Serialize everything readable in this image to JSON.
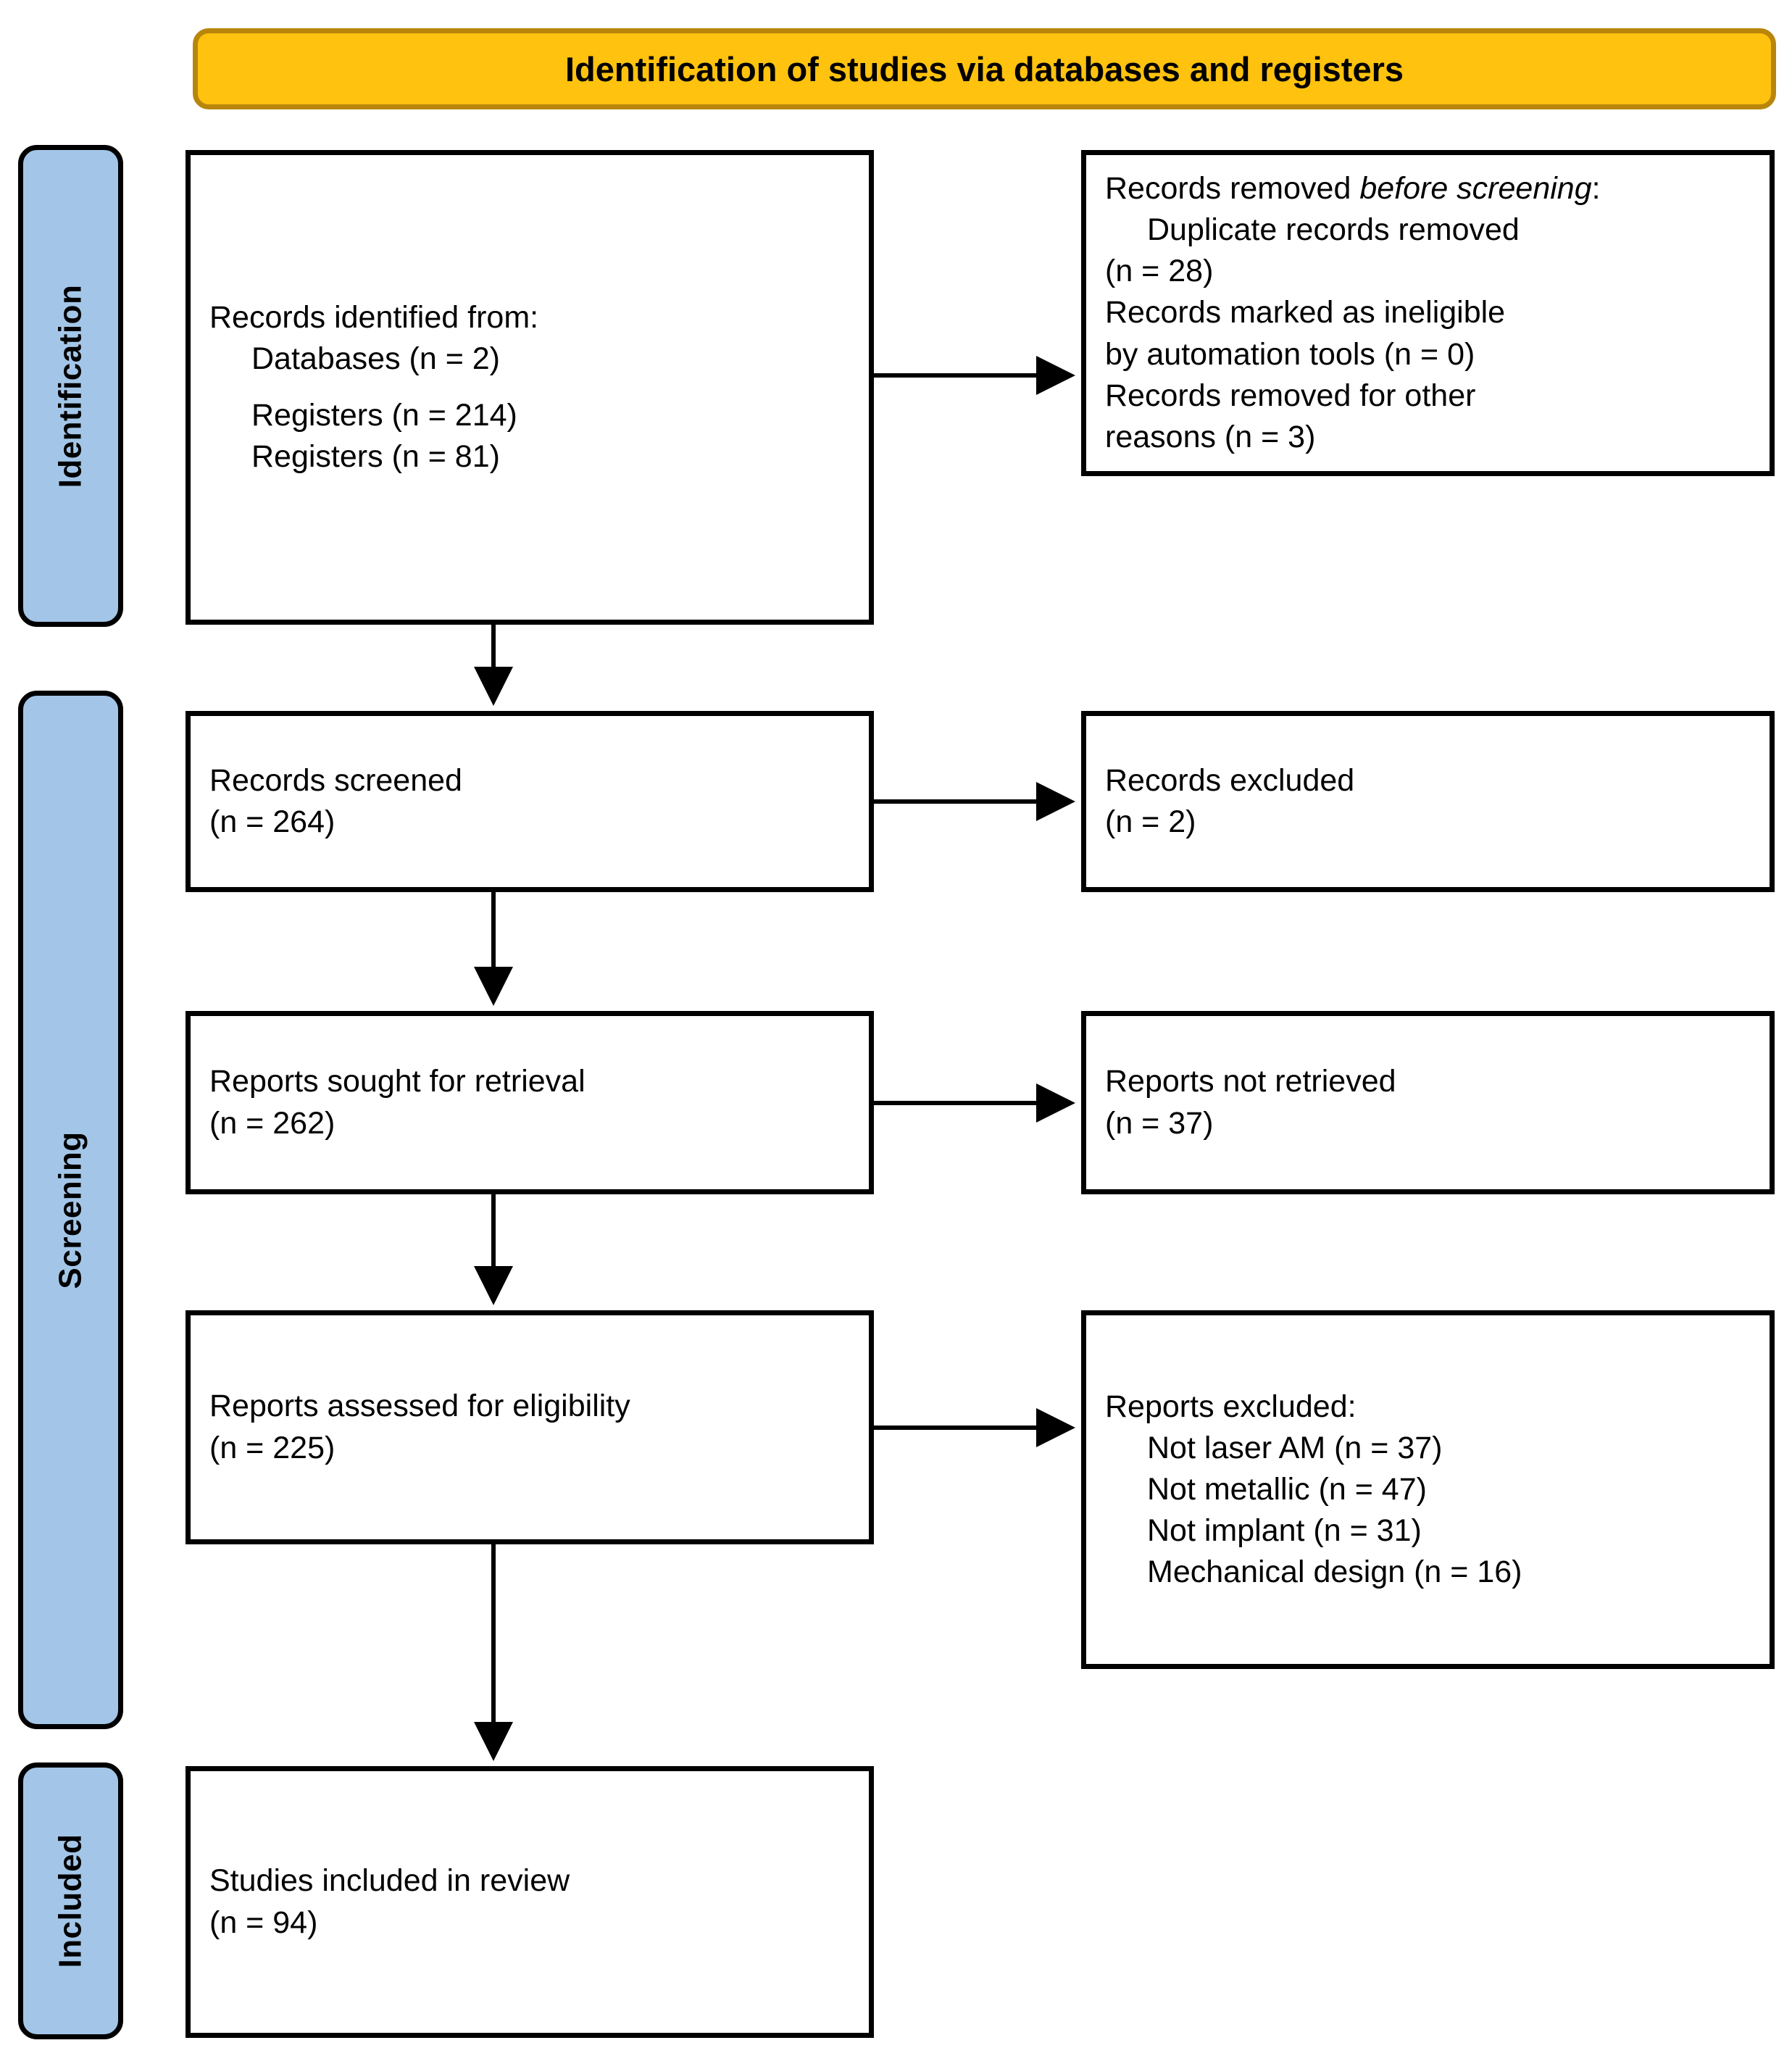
{
  "header": {
    "title": "Identification of studies via databases and registers",
    "fill_color": "#ffc20e",
    "border_color": "#b8860b"
  },
  "stages": [
    {
      "id": "identification",
      "label": "Identification"
    },
    {
      "id": "screening",
      "label": "Screening"
    },
    {
      "id": "included",
      "label": "Included"
    }
  ],
  "stage_band_color": "#a3c6e8",
  "boxes": {
    "identified": {
      "lines": [
        "Records identified from:",
        "Databases (n = 2)",
        "",
        "Registers (n = 214)",
        "Registers (n = 81)"
      ]
    },
    "removed": {
      "title_prefix": "Records removed ",
      "title_italic": "before screening",
      "title_suffix": ":",
      "lines": [
        "Duplicate records removed",
        "(n = 28)",
        "Records marked as ineligible",
        "by automation tools (n = 0)",
        "Records removed for other",
        "reasons (n = 3)"
      ]
    },
    "screened": {
      "lines": [
        "Records screened",
        "(n = 264)"
      ]
    },
    "excluded": {
      "lines": [
        "Records excluded",
        "(n = 2)"
      ]
    },
    "sought": {
      "lines": [
        "Reports sought for retrieval",
        "(n = 262)"
      ]
    },
    "not_retrieved": {
      "lines": [
        "Reports not retrieved",
        "(n = 37)"
      ]
    },
    "assessed": {
      "lines": [
        "Reports assessed for eligibility",
        "(n = 225)"
      ]
    },
    "reports_excluded": {
      "title": "Reports excluded:",
      "lines": [
        "Not laser AM (n = 37)",
        "Not metallic (n = 47)",
        "Not implant (n = 31)",
        "Mechanical design (n = 16)"
      ]
    },
    "included": {
      "lines": [
        "Studies included in review",
        "(n = 94)"
      ]
    }
  },
  "chart_data": {
    "type": "diagram",
    "title": "Identification of studies via databases and registers",
    "nodes": [
      {
        "id": "identified",
        "stage": "Identification",
        "label": "Records identified from: Databases (n = 2); Registers (n = 214); Registers (n = 81)"
      },
      {
        "id": "removed",
        "stage": "Identification",
        "label": "Records removed before screening: Duplicate records removed (n = 28); Records marked as ineligible by automation tools (n = 0); Records removed for other reasons (n = 3)"
      },
      {
        "id": "screened",
        "stage": "Screening",
        "label": "Records screened (n = 264)"
      },
      {
        "id": "excluded",
        "stage": "Screening",
        "label": "Records excluded (n = 2)"
      },
      {
        "id": "sought",
        "stage": "Screening",
        "label": "Reports sought for retrieval (n = 262)"
      },
      {
        "id": "not_retrieved",
        "stage": "Screening",
        "label": "Reports not retrieved (n = 37)"
      },
      {
        "id": "assessed",
        "stage": "Screening",
        "label": "Reports assessed for eligibility (n = 225)"
      },
      {
        "id": "reports_excluded",
        "stage": "Screening",
        "label": "Reports excluded: Not laser AM (n = 37); Not metallic (n = 47); Not implant (n = 31); Mechanical design (n = 16)"
      },
      {
        "id": "included",
        "stage": "Included",
        "label": "Studies included in review (n = 94)"
      }
    ],
    "edges": [
      {
        "from": "identified",
        "to": "removed",
        "direction": "right"
      },
      {
        "from": "identified",
        "to": "screened",
        "direction": "down"
      },
      {
        "from": "screened",
        "to": "excluded",
        "direction": "right"
      },
      {
        "from": "screened",
        "to": "sought",
        "direction": "down"
      },
      {
        "from": "sought",
        "to": "not_retrieved",
        "direction": "right"
      },
      {
        "from": "sought",
        "to": "assessed",
        "direction": "down"
      },
      {
        "from": "assessed",
        "to": "reports_excluded",
        "direction": "right"
      },
      {
        "from": "assessed",
        "to": "included",
        "direction": "down"
      }
    ],
    "counts": {
      "databases": 2,
      "registers_1": 214,
      "registers_2": 81,
      "duplicates_removed": 28,
      "ineligible_automation": 0,
      "removed_other_reasons": 3,
      "records_screened": 264,
      "records_excluded": 2,
      "reports_sought": 262,
      "reports_not_retrieved": 37,
      "reports_assessed": 225,
      "not_laser_am": 37,
      "not_metallic": 47,
      "not_implant": 31,
      "mechanical_design": 16,
      "studies_included": 94
    }
  }
}
